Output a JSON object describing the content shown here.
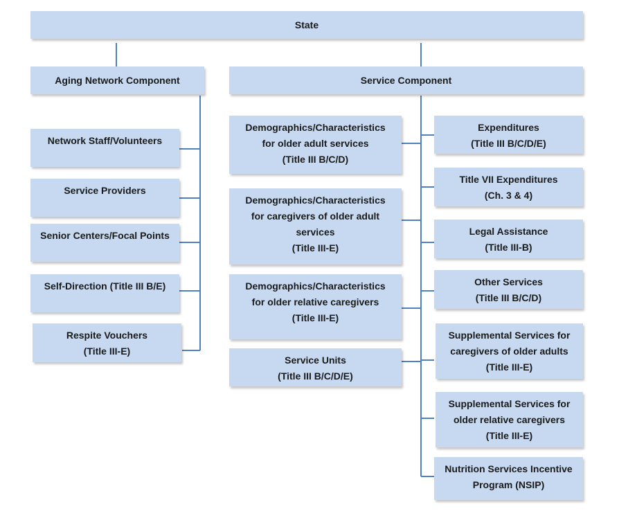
{
  "root": {
    "lines": [
      "State"
    ]
  },
  "branches": {
    "aging": {
      "lines": [
        "Aging Network Component"
      ]
    },
    "service": {
      "lines": [
        "Service Component"
      ]
    }
  },
  "aging_items": [
    {
      "lines": [
        "Network Staff/Volunteers"
      ]
    },
    {
      "lines": [
        "Service Providers"
      ]
    },
    {
      "lines": [
        "Senior Centers/Focal Points"
      ]
    },
    {
      "lines": [
        "Self-Direction (Title III B/E)"
      ]
    },
    {
      "lines": [
        "Respite Vouchers",
        "(Title III-E)"
      ]
    }
  ],
  "service_left_items": [
    {
      "lines": [
        "Demographics/Characteristics",
        "for older adult services",
        "(Title III B/C/D)"
      ]
    },
    {
      "lines": [
        "Demographics/Characteristics",
        "for caregivers of older adult",
        "services",
        "(Title III-E)"
      ]
    },
    {
      "lines": [
        "Demographics/Characteristics",
        "for older relative caregivers",
        "(Title III-E)"
      ]
    },
    {
      "lines": [
        "Service Units",
        "(Title III B/C/D/E)"
      ]
    }
  ],
  "service_right_items": [
    {
      "lines": [
        "Expenditures",
        "(Title III B/C/D/E)"
      ]
    },
    {
      "lines": [
        "Title VII Expenditures",
        "(Ch. 3 & 4)"
      ]
    },
    {
      "lines": [
        "Legal Assistance",
        "(Title III-B)"
      ]
    },
    {
      "lines": [
        "Other Services",
        "(Title III B/C/D)"
      ]
    },
    {
      "lines": [
        "Supplemental Services for",
        "caregivers of older adults",
        "(Title III-E)"
      ]
    },
    {
      "lines": [
        "Supplemental Services for",
        "older relative caregivers",
        "(Title III-E)"
      ]
    },
    {
      "lines": [
        "Nutrition Services Incentive",
        "Program (NSIP)"
      ]
    }
  ],
  "colors": {
    "box_fill": "#c6d9f1",
    "connector": "#4f81bd",
    "text": "#1a1a1a"
  }
}
